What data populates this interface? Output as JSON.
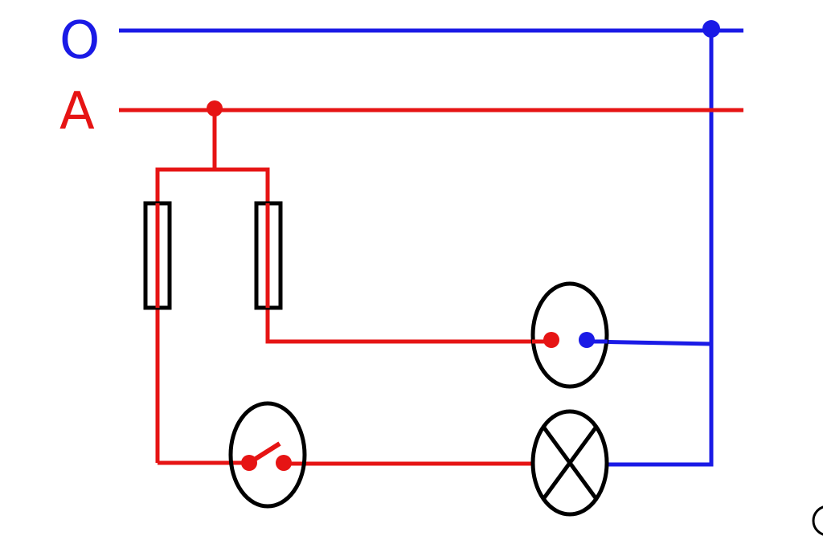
{
  "diagram": {
    "type": "electrical-wiring",
    "labels": {
      "neutral": "O",
      "phase": "A"
    },
    "components": [
      "fuse",
      "fuse",
      "socket",
      "switch",
      "lamp"
    ],
    "colors": {
      "neutral": "#1a1ae6",
      "phase": "#e61414",
      "symbol": "#000000"
    }
  }
}
